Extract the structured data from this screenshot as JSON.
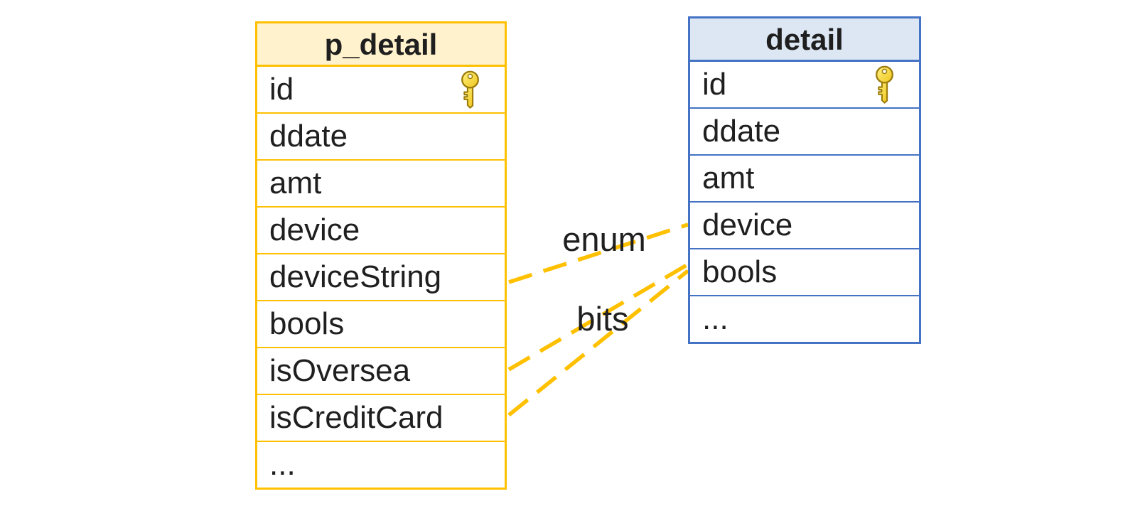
{
  "diagram": {
    "type": "entity-relationship",
    "background": "#FFFFFF",
    "text_color": "#1F1F1F",
    "connector_color": "#FFC000",
    "connector_style": "dashed",
    "tables": {
      "p_detail": {
        "title": "p_detail",
        "border_color": "#FFC000",
        "header_fill": "#FFF2CC",
        "fields": [
          {
            "name": "id",
            "primary_key": true
          },
          {
            "name": "ddate"
          },
          {
            "name": "amt"
          },
          {
            "name": "device"
          },
          {
            "name": "deviceString"
          },
          {
            "name": "bools"
          },
          {
            "name": "isOversea"
          },
          {
            "name": "isCreditCard"
          },
          {
            "name": "..."
          }
        ]
      },
      "detail": {
        "title": "detail",
        "border_color": "#4472C4",
        "header_fill": "#DCE7F3",
        "fields": [
          {
            "name": "id",
            "primary_key": true
          },
          {
            "name": "ddate"
          },
          {
            "name": "amt"
          },
          {
            "name": "device"
          },
          {
            "name": "bools"
          },
          {
            "name": "..."
          }
        ]
      }
    },
    "relations": [
      {
        "label": "enum",
        "from": "p_detail.deviceString",
        "to": "detail.device"
      },
      {
        "label": "bits",
        "from": [
          "p_detail.isOversea",
          "p_detail.isCreditCard"
        ],
        "to": "detail.bools"
      }
    ],
    "key_icon": {
      "fill": "#FFE14D",
      "outline": "#9A7B0A"
    }
  }
}
